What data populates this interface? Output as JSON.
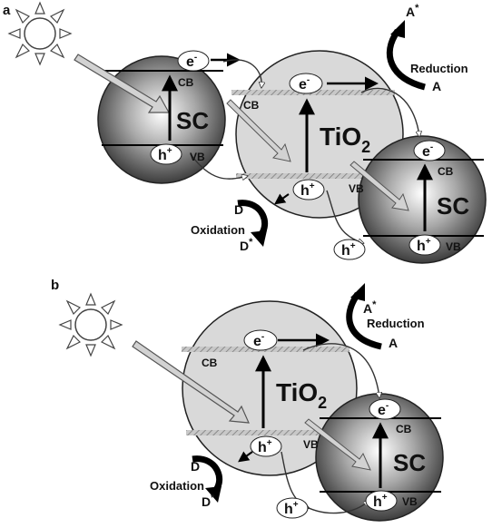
{
  "panels": [
    {
      "label": "a",
      "tio2": {
        "label": "TiO",
        "sub": "2",
        "cb": "CB",
        "vb": "VB",
        "electron": "e",
        "electron_sup": "-",
        "hole": "h",
        "hole_sup": "+"
      },
      "sc_left": {
        "label": "SC",
        "cb": "CB",
        "vb": "VB",
        "electron": "e",
        "electron_sup": "-",
        "hole": "h",
        "hole_sup": "+"
      },
      "sc_right": {
        "label": "SC",
        "cb": "CB",
        "vb": "VB",
        "electron": "e",
        "electron_sup": "-",
        "hole": "h",
        "hole_sup": "+"
      },
      "extra_hole": {
        "text": "h",
        "sup": "+"
      },
      "reduction": {
        "label": "Reduction",
        "acceptor": "A",
        "acceptor_excited": "A",
        "star": "*"
      },
      "oxidation": {
        "label": "Oxidation",
        "donor": "D",
        "donor_excited": "D",
        "star": "*"
      }
    },
    {
      "label": "b",
      "tio2": {
        "label": "TiO",
        "sub": "2",
        "cb": "CB",
        "vb": "VB",
        "electron": "e",
        "electron_sup": "-",
        "hole": "h",
        "hole_sup": "+"
      },
      "sc": {
        "label": "SC",
        "cb": "CB",
        "vb": "VB",
        "electron": "e",
        "electron_sup": "-",
        "hole": "h",
        "hole_sup": "+"
      },
      "extra_hole": {
        "text": "h",
        "sup": "+"
      },
      "reduction": {
        "label": "Reduction",
        "acceptor": "A",
        "acceptor_excited": "A",
        "star": "*"
      },
      "oxidation": {
        "label": "Oxidation",
        "donor": "D",
        "donor_excited": "D",
        "star": "*"
      }
    }
  ],
  "colors": {
    "tio2_fill": "#d9d9d9",
    "sc_dark": "#3c3c3c",
    "band": "#b5b5b5",
    "arrow_fill": "#d2d2d2"
  }
}
